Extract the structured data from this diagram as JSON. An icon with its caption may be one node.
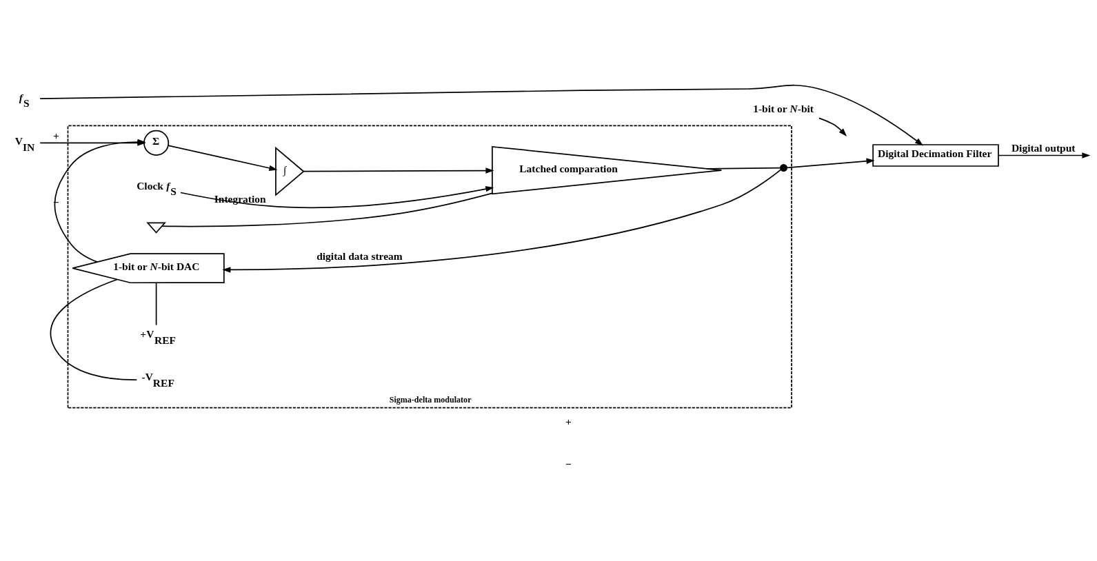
{
  "diagram": {
    "nodes": [
      {
        "text": [
          "Sigma-delta modulator"
        ]
      },
      {
        "text": [
          "V$_{IN}$"
        ]
      },
      {
        "text": [
          "Σ"
        ],
        "in": 0
      },
      {
        "text": [
          "∫"
        ],
        "beside": [
          "Integration"
        ],
        "in": 0
      },
      {
        "text": [
          "Latched comparation"
        ],
        "in": 0
      },
      {
        "text": [
          "Clock *f*$_{S}$"
        ],
        "in": 0
      },
      {
        "text": [],
        "shape": "triangle",
        "in": 0
      },
      {
        "text": [],
        "shape": "circle",
        "in": 0
      },
      {
        "text": [
          "1-bit or *N*-bit DAC"
        ],
        "in": 0
      },
      {
        "text": [
          "+V$_{REF}$"
        ],
        "in": 0
      },
      {
        "text": [
          "-V$_{REF}$"
        ],
        "in": 0
      },
      {
        "text": [
          "Digital Decimation Filter"
        ]
      },
      {
        "text": [
          "*f*$_{S}$"
        ]
      },
      {
        "text": [
          "1-bit or *N*-bit"
        ]
      }
    ],
    "edges": [
      {
        "from": 1,
        "to": 2,
        "arrow": "to",
        "label": "+"
      },
      {
        "from": 8,
        "to": 2,
        "arrow": "to",
        "label": "−"
      },
      {
        "from": 2,
        "to": 3,
        "arrow": "to"
      },
      {
        "from": 3,
        "to": 4,
        "arrow": "to"
      },
      {
        "from": 5,
        "to": 4,
        "arrow": "to"
      },
      {
        "from": 4,
        "to": 6,
        "arrow": "none"
      },
      {
        "from": 4,
        "to": 7,
        "arrow": "none"
      },
      {
        "from": 7,
        "to": 8,
        "arrow": "to",
        "label": "digital data stream"
      },
      {
        "from": 7,
        "to": 11,
        "arrow": "to"
      },
      {
        "from": 12,
        "to": 11,
        "arrow": "to"
      },
      {
        "from": 11,
        "to": null,
        "arrow": "to",
        "label": "Digital output"
      },
      {
        "from": 9,
        "to": 8,
        "arrow": "none"
      },
      {
        "from": 10,
        "to": 8,
        "arrow": "none"
      },
      {
        "from": 13,
        "to": null,
        "arrow": "to"
      }
    ],
    "labels": [
      "+",
      "−"
    ]
  }
}
